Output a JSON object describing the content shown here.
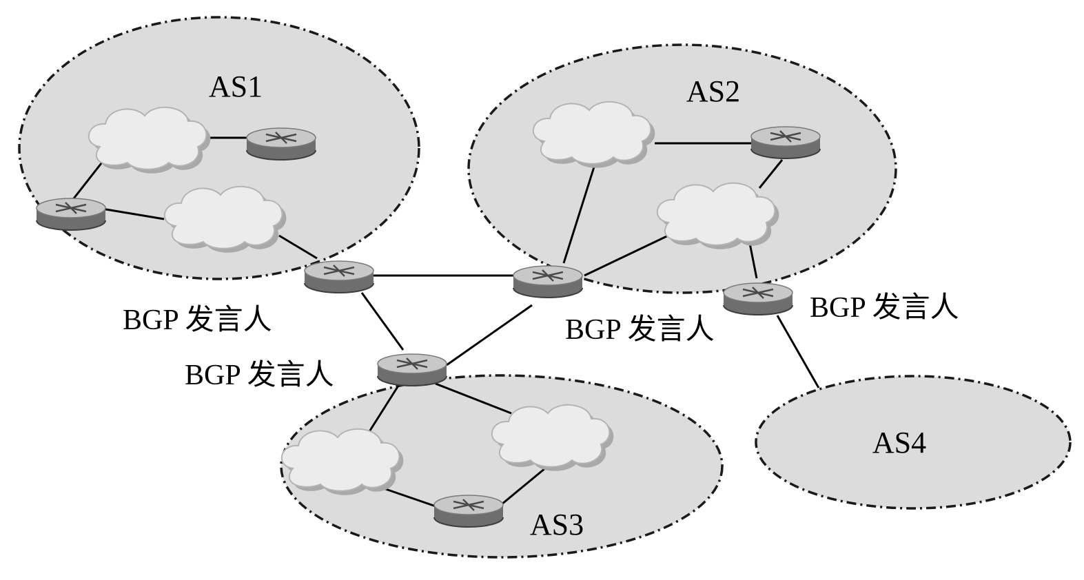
{
  "diagram": {
    "autonomous_systems": [
      {
        "id": "as1",
        "label": "AS1"
      },
      {
        "id": "as2",
        "label": "AS2"
      },
      {
        "id": "as3",
        "label": "AS3"
      },
      {
        "id": "as4",
        "label": "AS4"
      }
    ],
    "bgp_speakers": [
      {
        "id": "bgp-as1",
        "label": "BGP 发言人"
      },
      {
        "id": "bgp-as3",
        "label": "BGP 发言人"
      },
      {
        "id": "bgp-as2-left",
        "label": "BGP 发言人"
      },
      {
        "id": "bgp-as2-right",
        "label": "BGP 发言人"
      }
    ],
    "colors": {
      "region_fill": "#dcdcdc",
      "region_border": "#1a1a1a",
      "cloud_fill": "#ececec",
      "router_top": "#c8c8c8",
      "router_side": "#6e6e6e",
      "link": "#000000"
    },
    "icons": [
      "router-icon",
      "network-cloud-icon"
    ]
  }
}
